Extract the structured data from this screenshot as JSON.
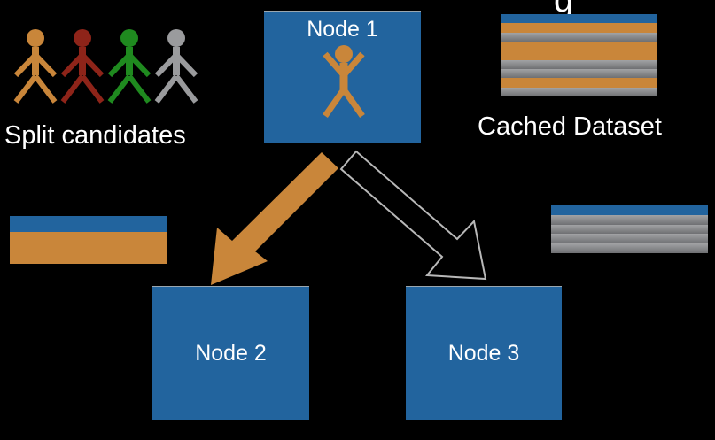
{
  "slide": {
    "partial_title_glyph": "g",
    "split_candidates": {
      "caption": "Split candidates",
      "figures": [
        {
          "name": "orange",
          "color": "#c9863a"
        },
        {
          "name": "red",
          "color": "#8e2419"
        },
        {
          "name": "green",
          "color": "#1f8a1f"
        },
        {
          "name": "gray",
          "color": "#9a9b9d"
        }
      ]
    },
    "cached_dataset": {
      "caption": "Cached Dataset",
      "rows": [
        "blue",
        "orange",
        "gray",
        "orange",
        "orange",
        "gray",
        "gray",
        "orange",
        "gray"
      ]
    },
    "nodes": [
      {
        "id": "node-1",
        "label": "Node 1"
      },
      {
        "id": "node-2",
        "label": "Node 2"
      },
      {
        "id": "node-3",
        "label": "Node 3"
      }
    ],
    "left_subset": {
      "rows": [
        "blue",
        "orange",
        "orange"
      ]
    },
    "right_subset": {
      "rows": [
        "blue",
        "gray",
        "gray",
        "gray",
        "gray"
      ]
    },
    "arrows": [
      {
        "from": "node-1",
        "to": "node-2",
        "style": "filled",
        "color": "#c9863a"
      },
      {
        "from": "node-1",
        "to": "node-3",
        "style": "outline",
        "color": "#b8b8b8"
      }
    ],
    "colors": {
      "node_blue": "#22649e",
      "orange": "#c9863a",
      "background": "#000000"
    }
  }
}
